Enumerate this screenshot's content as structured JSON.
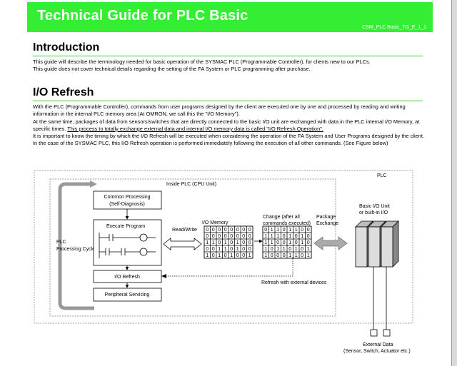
{
  "header": {
    "title": "Technical Guide for PLC Basic",
    "doc_code": "CSM_PLC Basic_TG_E_1_1"
  },
  "intro": {
    "heading": "Introduction",
    "line1": "This guide will describe the terminology needed for basic operation of the SYSMAC PLC (Programmable Controller), for clients new to our PLCs.",
    "line2": "This guide does not cover technical details regarding the setting of the FA System or PLC programming after purchase."
  },
  "io_refresh": {
    "heading": "I/O Refresh",
    "p1": "With the PLC (Programmable Controller), commands from user programs designed by the client are executed one by one and processed by reading and writing information in the internal PLC memory area (At OMRON, we call this the \"I/O Memory\").",
    "p2_plain": "At the same time, packages of data from sensors/switches that are directly connected to the basic I/O unit are exchanged with data in the PLC internal I/O Memory, at specific times. ",
    "p2_underlined": "This process to totally exchange external data and internal I/O memory data is called \"I/O Refresh Operation\".",
    "p3": "It is important to know the timing by which the I/O Refresh will be executed when considering the operation of the FA System and User Programs designed by the client. In the case of the SYSMAC PLC, this I/O Refresh operation is performed immediately following the execution of all other commands. (See Figure below)"
  },
  "figure": {
    "plc_label": "PLC",
    "inside_label": "Inside PLC (CPU Unit)",
    "common_processing_1": "Common Processing",
    "common_processing_2": "(Self-Diagnosis)",
    "execute_program": "Execute Program",
    "cycle_label_1": "PLC",
    "cycle_label_2": "Processing Cycle",
    "io_refresh_box": "I/O Refresh",
    "peripheral_servicing": "Peripheral Servicing",
    "read_write": "Read/Write",
    "io_memory": "I/O Memory",
    "change_label_1": "Change (after all",
    "change_label_2": "commands executed)",
    "package_exchange_1": "Package",
    "package_exchange_2": "Exchange",
    "basic_io_1": "Basic I/O Unit",
    "basic_io_2": "or built-in I/O",
    "refresh_external": "Refresh with external devices",
    "external_data_1": "External Data",
    "external_data_2": "(Sensor, Switch, Actuator etc.)",
    "memory_before": [
      "00000000",
      "00000000",
      "11010100",
      "00110100",
      "10101001"
    ],
    "memory_after": [
      "01101100",
      "11101010",
      "11001010",
      "10110101",
      "10001101"
    ]
  }
}
